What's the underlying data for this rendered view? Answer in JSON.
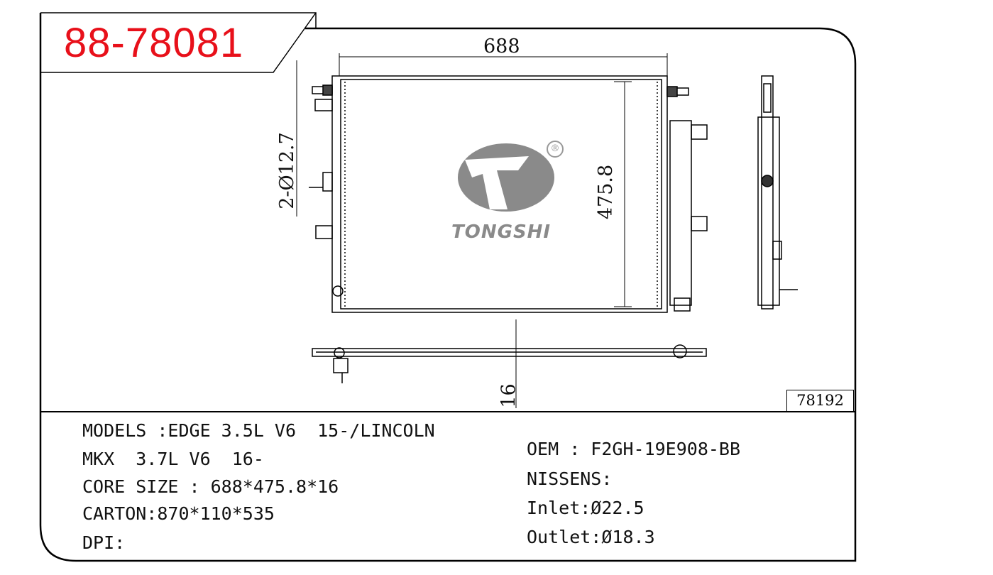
{
  "part_number": "88-78081",
  "reference_code": "78192",
  "dimensions": {
    "width": "688",
    "height": "475.8",
    "thickness": "16",
    "pipe": "2-Ø12.7"
  },
  "logo": {
    "brand": "TONGSHI",
    "registered": "®"
  },
  "specs_left": [
    "MODELS :EDGE 3.5L V6  15-/LINCOLN",
    "MKX  3.7L V6  16-",
    "CORE SIZE : 688*475.8*16",
    "CARTON:870*110*535",
    "DPI:"
  ],
  "specs_right": [
    "OEM : F2GH-19E908-BB",
    "NISSENS:",
    "Inlet:Ø22.5",
    "Outlet:Ø18.3"
  ],
  "colors": {
    "part_number": "#e8101a",
    "logo": "#8a8a8a"
  }
}
